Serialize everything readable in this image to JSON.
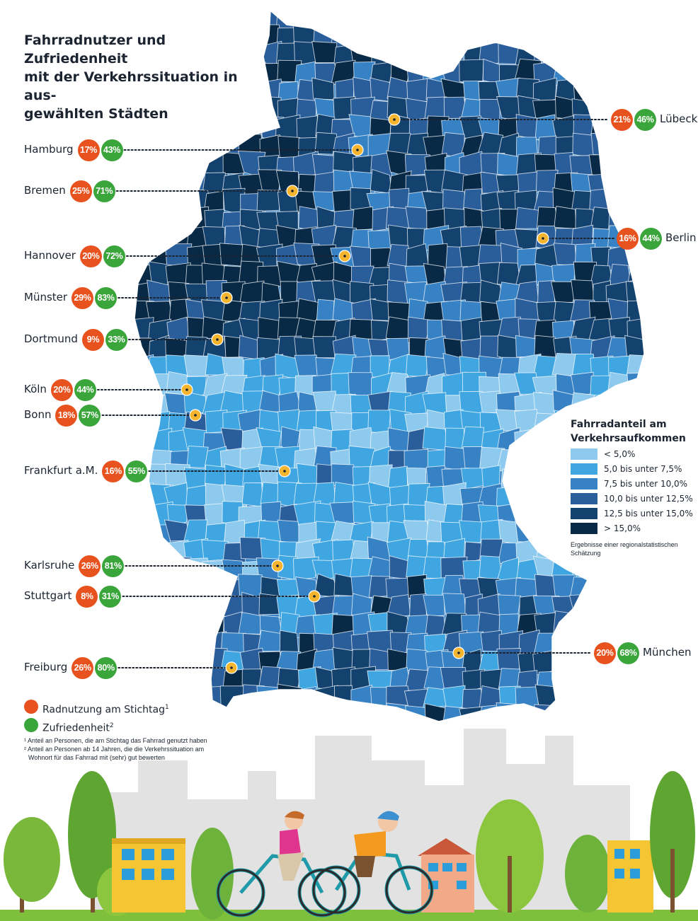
{
  "title_lines": [
    "Fahrradnutzer und Zufriedenheit",
    "mit der Verkehrssituation in aus-",
    "gewählten Städten"
  ],
  "cities": [
    {
      "name": "Hamburg",
      "usage": "17%",
      "satisfaction": "43%"
    },
    {
      "name": "Bremen",
      "usage": "25%",
      "satisfaction": "71%"
    },
    {
      "name": "Hannover",
      "usage": "20%",
      "satisfaction": "72%"
    },
    {
      "name": "Münster",
      "usage": "29%",
      "satisfaction": "83%"
    },
    {
      "name": "Dortmund",
      "usage": "9%",
      "satisfaction": "33%"
    },
    {
      "name": "Köln",
      "usage": "20%",
      "satisfaction": "44%"
    },
    {
      "name": "Bonn",
      "usage": "18%",
      "satisfaction": "57%"
    },
    {
      "name": "Frankfurt a.M.",
      "usage": "16%",
      "satisfaction": "55%"
    },
    {
      "name": "Karlsruhe",
      "usage": "26%",
      "satisfaction": "81%"
    },
    {
      "name": "Stuttgart",
      "usage": "8%",
      "satisfaction": "31%"
    },
    {
      "name": "Freiburg",
      "usage": "26%",
      "satisfaction": "80%"
    },
    {
      "name": "Lübeck",
      "usage": "21%",
      "satisfaction": "46%"
    },
    {
      "name": "Berlin",
      "usage": "16%",
      "satisfaction": "44%"
    },
    {
      "name": "München",
      "usage": "20%",
      "satisfaction": "68%"
    }
  ],
  "legend": {
    "title_lines": [
      "Fahrradanteil am",
      "Verkehrsaufkommen"
    ],
    "items": [
      {
        "label": "< 5,0%",
        "color": "#8ec9ee"
      },
      {
        "label": "5,0 bis unter 7,5%",
        "color": "#40a6e2"
      },
      {
        "label": "7,5 bis unter 10,0%",
        "color": "#3682c4"
      },
      {
        "label": "10,0 bis unter 12,5%",
        "color": "#2a5e9b"
      },
      {
        "label": "12,5 bis unter 15,0%",
        "color": "#14426f"
      },
      {
        "label": "> 15,0%",
        "color": "#082a47"
      }
    ],
    "note": "Ergebnisse einer regionalstatistischen Schätzung"
  },
  "key": {
    "usage_label": "Radnutzung am Stichtag",
    "usage_sup": "1",
    "satisfaction_label": "Zufriedenheit",
    "satisfaction_sup": "2",
    "usage_color": "#e8521e",
    "satisfaction_color": "#3aa53b"
  },
  "footnotes": [
    "¹ Anteil an Personen, die am Stichtag das Fahrrad genutzt haben",
    "² Anteil an Personen ab 14 Jahren, die die Verkehrssituation am",
    "Wohnort für das Fahrrad mit (sehr) gut bewerten"
  ]
}
